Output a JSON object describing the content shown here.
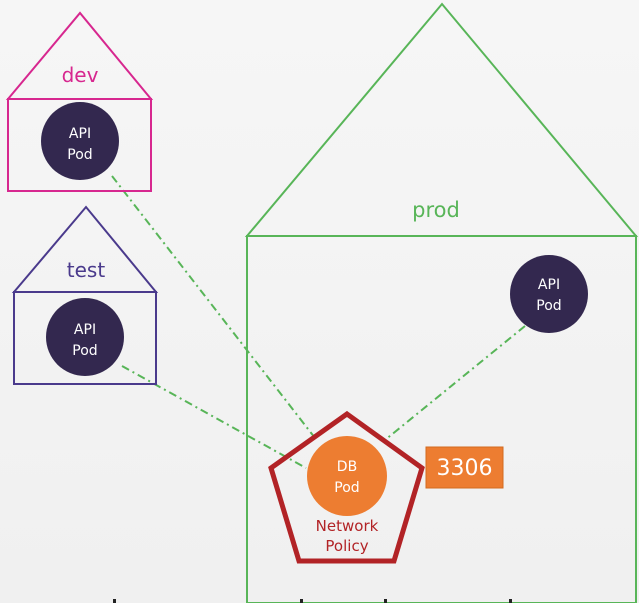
{
  "namespaces": {
    "dev": {
      "label": "dev",
      "color": "#d7278f"
    },
    "test": {
      "label": "test",
      "color": "#4a3a8c"
    },
    "prod": {
      "label": "prod",
      "color": "#58b558"
    }
  },
  "pods": {
    "dev_api": {
      "line1": "API",
      "line2": "Pod"
    },
    "test_api": {
      "line1": "API",
      "line2": "Pod"
    },
    "prod_api": {
      "line1": "API",
      "line2": "Pod"
    },
    "db": {
      "line1": "DB",
      "line2": "Pod"
    }
  },
  "policy": {
    "line1": "Network",
    "line2": "Policy",
    "color": "#b22326"
  },
  "port": {
    "label": "3306",
    "color": "#ed7d31"
  },
  "colors": {
    "pod_fill": "#33284f",
    "db_fill": "#ed7d31",
    "connection": "#58b558",
    "pod_text": "#ffffff"
  }
}
